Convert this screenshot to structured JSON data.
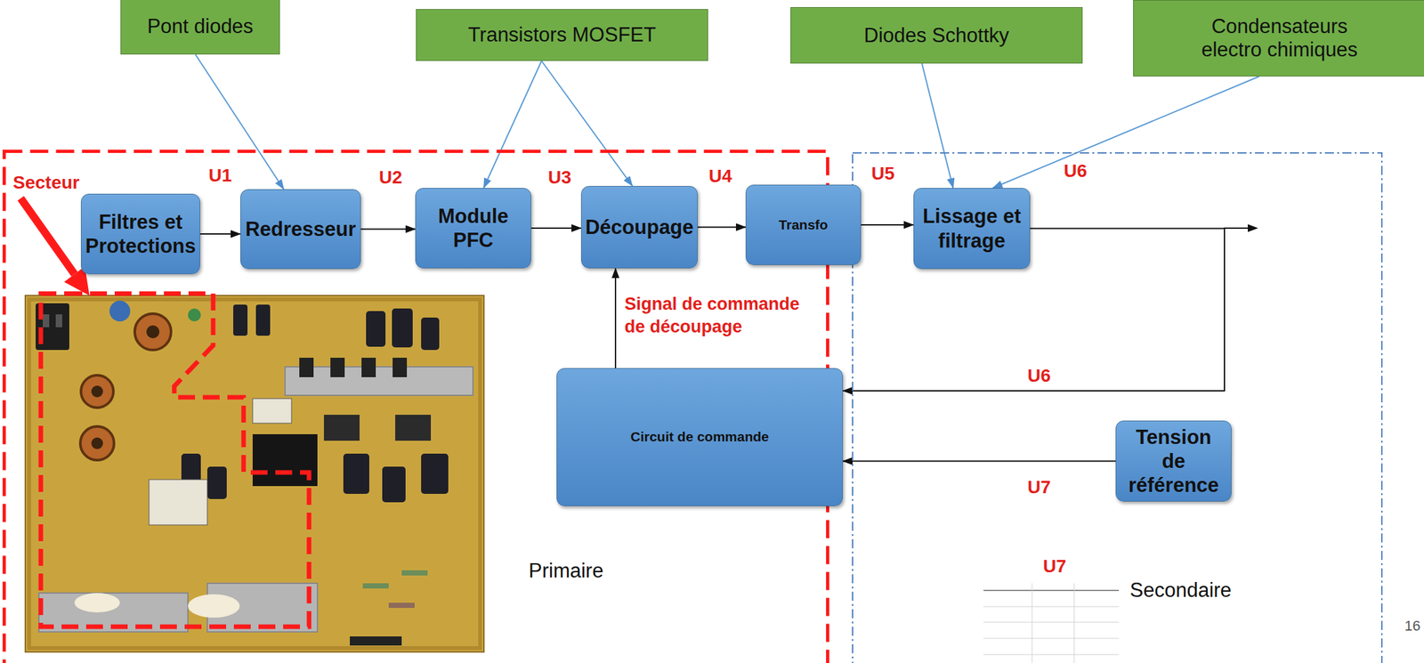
{
  "diagram": {
    "nodes": [
      {
        "text": [
          "Pont diodes"
        ]
      },
      {
        "text": [
          "Transistors MOSFET"
        ]
      },
      {
        "text": [
          "Diodes Schottky"
        ]
      },
      {
        "text": [
          "Condensateurs electro chimiques"
        ]
      },
      {
        "text": [
          "Primaire"
        ]
      },
      {
        "text": [
          "Filtres et Protections"
        ],
        "in": 4
      },
      {
        "text": [
          "Redresseur"
        ],
        "in": 4
      },
      {
        "text": [
          "Module PFC"
        ],
        "in": 4
      },
      {
        "text": [
          "Découpage"
        ],
        "in": 4
      },
      {
        "text": [
          "Transfo"
        ]
      },
      {
        "text": [
          "Circuit de commande"
        ]
      },
      {
        "text": [
          "Secondaire"
        ]
      },
      {
        "text": [
          "Lissage et filtrage"
        ],
        "in": 11
      },
      {
        "text": [
          "Tension de référence"
        ],
        "in": 11
      }
    ],
    "edges": [
      {
        "from": 5,
        "to": 6,
        "arrow": "to"
      },
      {
        "from": 6,
        "to": 7,
        "arrow": "to"
      },
      {
        "from": 7,
        "to": 8,
        "arrow": "to"
      },
      {
        "from": 8,
        "to": 9,
        "arrow": "to"
      },
      {
        "from": 9,
        "to": 12,
        "arrow": "to"
      },
      {
        "from": 12,
        "to": 10,
        "arrow": "to"
      },
      {
        "from": 13,
        "to": 10,
        "arrow": "to"
      },
      {
        "from": 10,
        "to": 8,
        "arrow": "to"
      },
      {
        "from": 0,
        "to": 6,
        "arrow": "to"
      },
      {
        "from": 1,
        "to": 7,
        "arrow": "to"
      },
      {
        "from": 1,
        "to": 8,
        "arrow": "to"
      },
      {
        "from": 2,
        "to": 12,
        "arrow": "to"
      },
      {
        "from": 3,
        "to": 12,
        "arrow": "to"
      }
    ],
    "labels": [
      "Secteur",
      "U1",
      "U2",
      "U3",
      "U4",
      "U5",
      "U6",
      "Signal de commande de découpage",
      "U6",
      "U7",
      "U7",
      "16"
    ]
  }
}
